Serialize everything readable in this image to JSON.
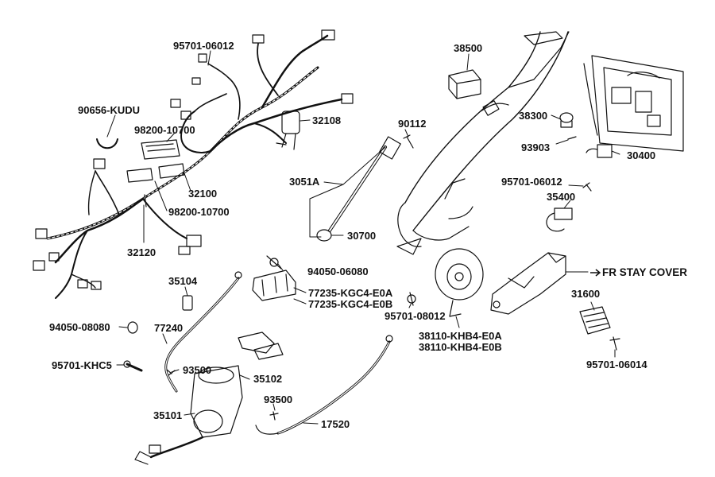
{
  "part_labels": {
    "p95701_06012_top": "95701-06012",
    "p38500": "38500",
    "p90656_kudu": "90656-KUDU",
    "p98200_10700_top": "98200-10700",
    "p32108": "32108",
    "p90112": "90112",
    "p38300": "38300",
    "p93903": "93903",
    "p30400": "30400",
    "p3051a": "3051A",
    "p32100": "32100",
    "p98200_10700_bot": "98200-10700",
    "p95701_06012_right": "95701-06012",
    "p35400": "35400",
    "p30700": "30700",
    "p32120": "32120",
    "p94050_06080": "94050-06080",
    "p35104": "35104",
    "p77235_e0a": "77235-KGC4-E0A",
    "p77235_e0b": "77235-KGC4-E0B",
    "p95701_08012": "95701-08012",
    "p38110_e0a": "38110-KHB4-E0A",
    "p38110_e0b": "38110-KHB4-E0B",
    "p31600": "31600",
    "p94050_08080": "94050-08080",
    "p77240": "77240",
    "p95701_khc5": "95701-KHC5",
    "p93500_left": "93500",
    "p35102": "35102",
    "p93500_mid": "93500",
    "p35101": "35101",
    "p17520": "17520",
    "p95701_06014": "95701-06014",
    "fr_stay_cover": "FR STAY COVER"
  }
}
